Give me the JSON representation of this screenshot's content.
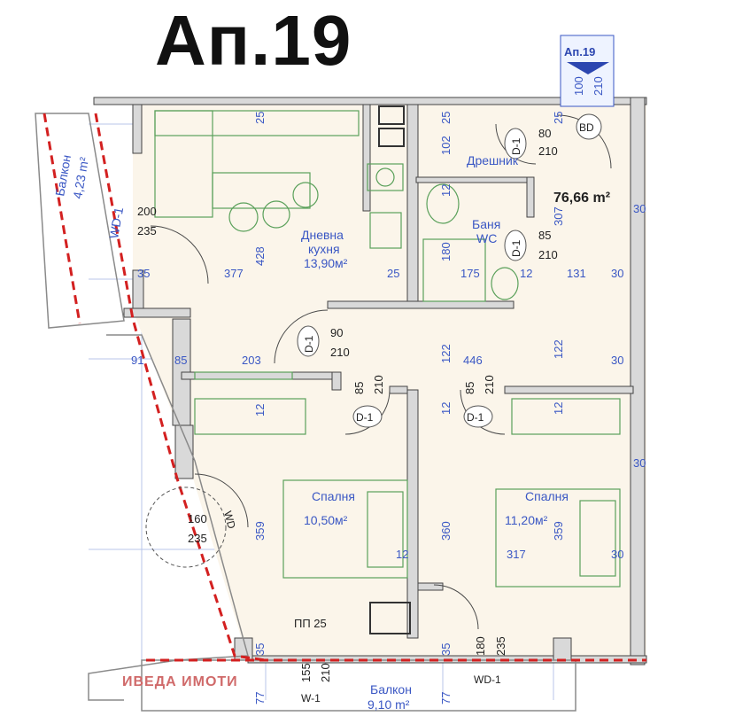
{
  "title": "Ап.19",
  "marker": {
    "label": "Ап.19",
    "dims": [
      "100",
      "210"
    ]
  },
  "total_area": "76,66 m²",
  "rooms": {
    "living": {
      "name1": "Дневна",
      "name2": "кухня",
      "area": "13,90м²"
    },
    "closet": {
      "name": "Дрешник",
      "door": "D-1",
      "w": "80",
      "h": "210"
    },
    "bath": {
      "name1": "Баня",
      "name2": "WC",
      "door": "D-1",
      "w": "85",
      "h": "210"
    },
    "bedroom1": {
      "name": "Спалня",
      "area": "10,50м²"
    },
    "bedroom2": {
      "name": "Спалня",
      "area": "11,20м²"
    },
    "balcony_left": {
      "name": "Балкон",
      "area": "4,23 m²"
    },
    "balcony_bottom": {
      "name": "Балкон",
      "area": "9,10 m²"
    }
  },
  "doors": {
    "entry": {
      "code": "BD"
    },
    "hall": {
      "code": "D-1",
      "w": "90",
      "h": "210"
    },
    "bed1": {
      "code": "D-1",
      "w": "85",
      "h": "210"
    },
    "bed2": {
      "code": "D-1",
      "w": "85",
      "h": "210"
    },
    "wd_left": {
      "code": "WD-1",
      "w": "200",
      "h": "235"
    },
    "wd_bed1": {
      "code": "WD",
      "w": "160",
      "h": "235"
    },
    "wd_bottom": {
      "code": "WD-1"
    },
    "w_bottom": {
      "code": "W-1",
      "w": "155",
      "h": "210"
    },
    "wd_bed2": {
      "w": "180",
      "h": "235"
    }
  },
  "dims": {
    "d25a": "25",
    "d25b": "25",
    "d25c": "25",
    "d102": "102",
    "d12a": "12",
    "d307": "307",
    "d30a": "30",
    "d428": "428",
    "d377": "377",
    "d35a": "35",
    "d25d": "25",
    "d175": "175",
    "d180": "180",
    "d12b": "12",
    "d131": "131",
    "d30b": "30",
    "d91": "91",
    "d85": "85",
    "d203": "203",
    "d122a": "122",
    "d446": "446",
    "d122b": "122",
    "d30c": "30",
    "d12c": "12",
    "d12d": "12",
    "d12e": "12",
    "d359a": "359",
    "d360": "360",
    "d359b": "359",
    "d12f": "12",
    "d317": "317",
    "d30d": "30",
    "d30e": "30",
    "d35b": "35",
    "d35c": "35",
    "d77a": "77",
    "d77b": "77"
  },
  "pp": "ПП 25",
  "watermark": "ИВЕДА ИМОТИ"
}
